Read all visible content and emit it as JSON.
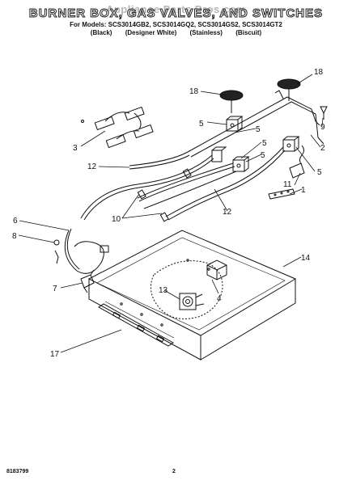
{
  "header": {
    "title": "BURNER BOX, GAS VALVES, AND SWITCHES",
    "watermark": "Appliance Parts Pros.com",
    "models_line": "For Models: SCS3014GB2, SCS3014GQ2, SCS3014GS2, SCS3014GT2",
    "finishes": [
      "(Black)",
      "(Designer White)",
      "(Stainless)",
      "(Biscuit)"
    ]
  },
  "callouts": {
    "c1": "1",
    "c2": "2",
    "c3": "3",
    "c4": "4",
    "c5a": "5",
    "c5b": "5",
    "c5c": "5",
    "c5d": "5",
    "c5e": "5",
    "c6": "6",
    "c7": "7",
    "c8": "8",
    "c9": "9",
    "c10": "10",
    "c11": "11",
    "c12a": "12",
    "c12b": "12",
    "c13": "13",
    "c14": "14",
    "c17": "17",
    "c18a": "18",
    "c18b": "18"
  },
  "footer": {
    "doc_number": "8183799",
    "page_number": "2"
  }
}
